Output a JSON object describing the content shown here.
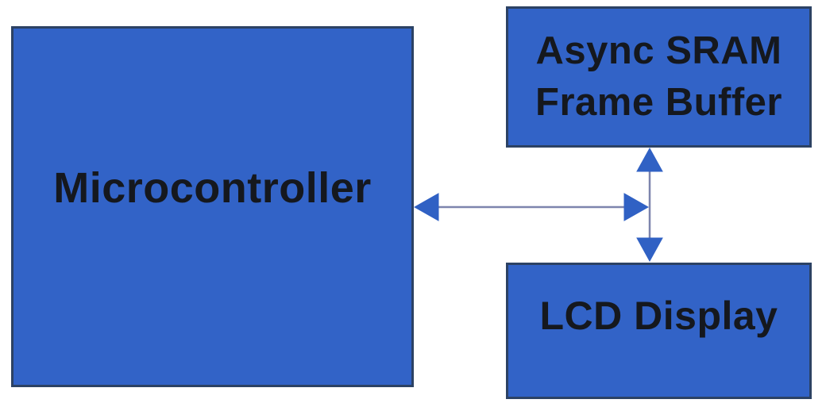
{
  "colors": {
    "background": "#ffffff",
    "node_fill": "#3263c7",
    "node_border": "#2c4264",
    "arrow_fill": "#3061c4",
    "arrow_line": "#7d84ad",
    "text": "#15181e"
  },
  "nodes": {
    "microcontroller": {
      "label": "Microcontroller"
    },
    "frame_buffer": {
      "line1": "Async SRAM",
      "line2": "Frame Buffer"
    },
    "lcd": {
      "label": "LCD Display"
    }
  },
  "connectors": [
    {
      "from": "microcontroller",
      "to": "frame-buffer-lcd-bus",
      "type": "bidirectional-arrow"
    },
    {
      "from": "frame_buffer",
      "to": "lcd",
      "type": "bidirectional-arrow"
    }
  ]
}
